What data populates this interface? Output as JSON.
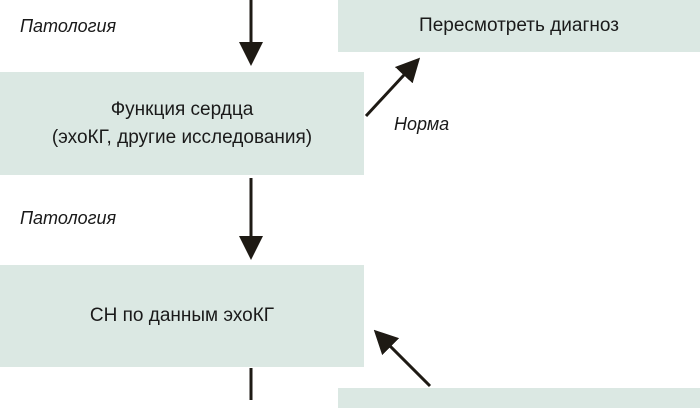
{
  "boxes": {
    "revise": "Пересмотреть диагноз",
    "function_line1": "Функция сердца",
    "function_line2": "(эхоКГ, другие исследования)",
    "hf_echo": "СН по данным эхоКГ"
  },
  "labels": {
    "pathology_top": "Патология",
    "norm": "Норма",
    "pathology_mid": "Патология"
  }
}
